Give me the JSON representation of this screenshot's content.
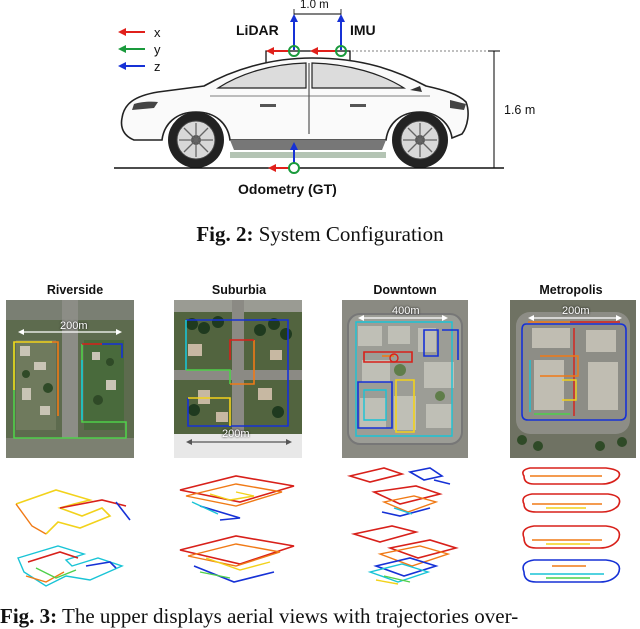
{
  "fig2": {
    "legend": [
      {
        "label": "x",
        "color": "#e0201b"
      },
      {
        "label": "y",
        "color": "#1a9a3c"
      },
      {
        "label": "z",
        "color": "#1631d6"
      }
    ],
    "lidar_label": "LiDAR",
    "imu_label": "IMU",
    "offset_label": "1.0 m",
    "height_label": "1.6 m",
    "odometry_label": "Odometry (GT)",
    "caption_prefix": "Fig. 2:",
    "caption_text": "System Configuration"
  },
  "fig3": {
    "scenes": [
      {
        "title": "Riverside",
        "scale_top": "200m",
        "scale_bottom": ""
      },
      {
        "title": "Suburbia",
        "scale_top": "",
        "scale_bottom": "200m"
      },
      {
        "title": "Downtown",
        "scale_top": "400m",
        "scale_bottom": ""
      },
      {
        "title": "Metropolis",
        "scale_top": "200m",
        "scale_bottom": ""
      }
    ],
    "caption_prefix": "Fig. 3:",
    "caption_text": "The upper displays aerial views with trajectories over-"
  },
  "colors": {
    "red": "#e0201b",
    "green": "#1a9a3c",
    "blue": "#1631d6",
    "trajectory_gradient": [
      "#1631d6",
      "#19c4d6",
      "#4fd04a",
      "#f2d21b",
      "#f07a16",
      "#d8201a"
    ]
  }
}
